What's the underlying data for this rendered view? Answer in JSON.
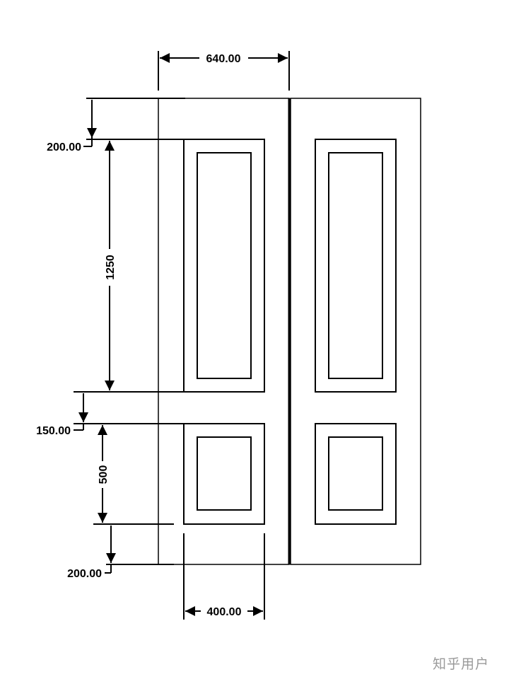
{
  "dimensions": {
    "overall_width": "640.00",
    "top_rail": "200.00",
    "upper_panel": "1250",
    "mid_rail": "150.00",
    "lower_panel": "500",
    "bottom_rail": "200.00",
    "panel_width": "400.00"
  },
  "watermark": "知乎用户",
  "colors": {
    "line": "#000000",
    "watermark": "#9a9a9a"
  }
}
